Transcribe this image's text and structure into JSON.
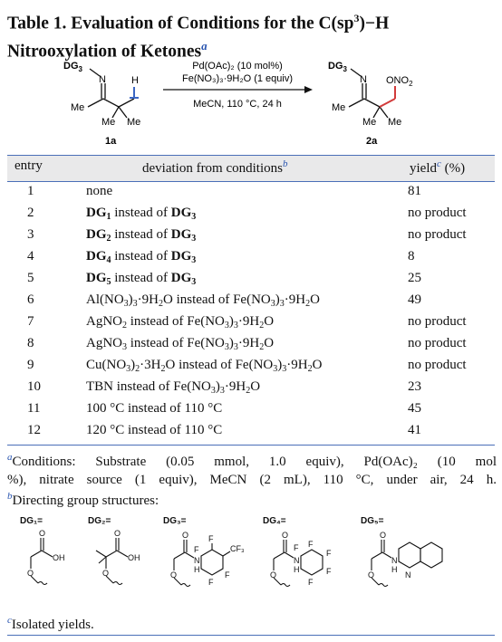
{
  "title": {
    "line1_a": "Table 1. Evaluation of Conditions for the C(sp",
    "line1_sup": "3",
    "line1_b": ")−H",
    "line2": "Nitrooxylation of Ketones",
    "note": "a"
  },
  "scheme": {
    "substrate_dg": "DG",
    "substrate_dg_sub": "3",
    "substrate_label": "1a",
    "product_label": "2a",
    "n_atom": "N",
    "h_atom": "H",
    "me": "Me",
    "ono2": "ONO",
    "ono2_sub": "2",
    "reagent1": "Pd(OAc)₂ (10 mol%)",
    "reagent2": "Fe(NO₃)₃·9H₂O (1 equiv)",
    "conditions": "MeCN, 110 °C, 24 h"
  },
  "table": {
    "headers": {
      "entry": "entry",
      "deviation": "deviation from conditions",
      "deviation_note": "b",
      "yield": "yield",
      "yield_note": "c",
      "yield_unit": "(%)"
    },
    "rows": [
      {
        "entry": "1",
        "yield": "81"
      },
      {
        "entry": "2",
        "yield": "no product"
      },
      {
        "entry": "3",
        "yield": "no product"
      },
      {
        "entry": "4",
        "yield": "8"
      },
      {
        "entry": "5",
        "yield": "25"
      },
      {
        "entry": "6",
        "yield": "49"
      },
      {
        "entry": "7",
        "yield": "no product"
      },
      {
        "entry": "8",
        "yield": "no product"
      },
      {
        "entry": "9",
        "yield": "no product"
      },
      {
        "entry": "10",
        "yield": "23"
      },
      {
        "entry": "11",
        "yield": "45"
      },
      {
        "entry": "12",
        "yield": "41"
      }
    ],
    "words": {
      "none": "none",
      "instead_of": "instead of",
      "dg": "DG",
      "al": "Al(NO",
      "fe": "Fe(NO",
      "agno2": "AgNO",
      "agno3": "AgNO",
      "cu": "Cu(NO",
      "tbn": "TBN",
      "temp100": "100 °C",
      "temp120": "120 °C",
      "temp110": "110 °C",
      "hydrate9": "·9H",
      "hydrate3": "·3H",
      "o": "O",
      "close": ")"
    }
  },
  "footnotes": {
    "a_mark": "a",
    "a_line1": "Conditions: Substrate (0.05 mmol, 1.0 equiv), Pd(OAc)₂ (10 mol",
    "a_line2": "%), nitrate source (1 equiv), MeCN (2 mL), 110 °C, under air, 24 h.",
    "b_mark": "b",
    "b_text": "Directing group structures:",
    "c_mark": "c",
    "c_text": "Isolated yields."
  },
  "dg_structures": {
    "labels": [
      "DG₁=",
      "DG₂=",
      "DG₃=",
      "DG₄=",
      "DG₅="
    ],
    "oh": "OH",
    "o": "O",
    "n": "N",
    "h": "H",
    "f": "F",
    "cf3": "CF₃"
  }
}
